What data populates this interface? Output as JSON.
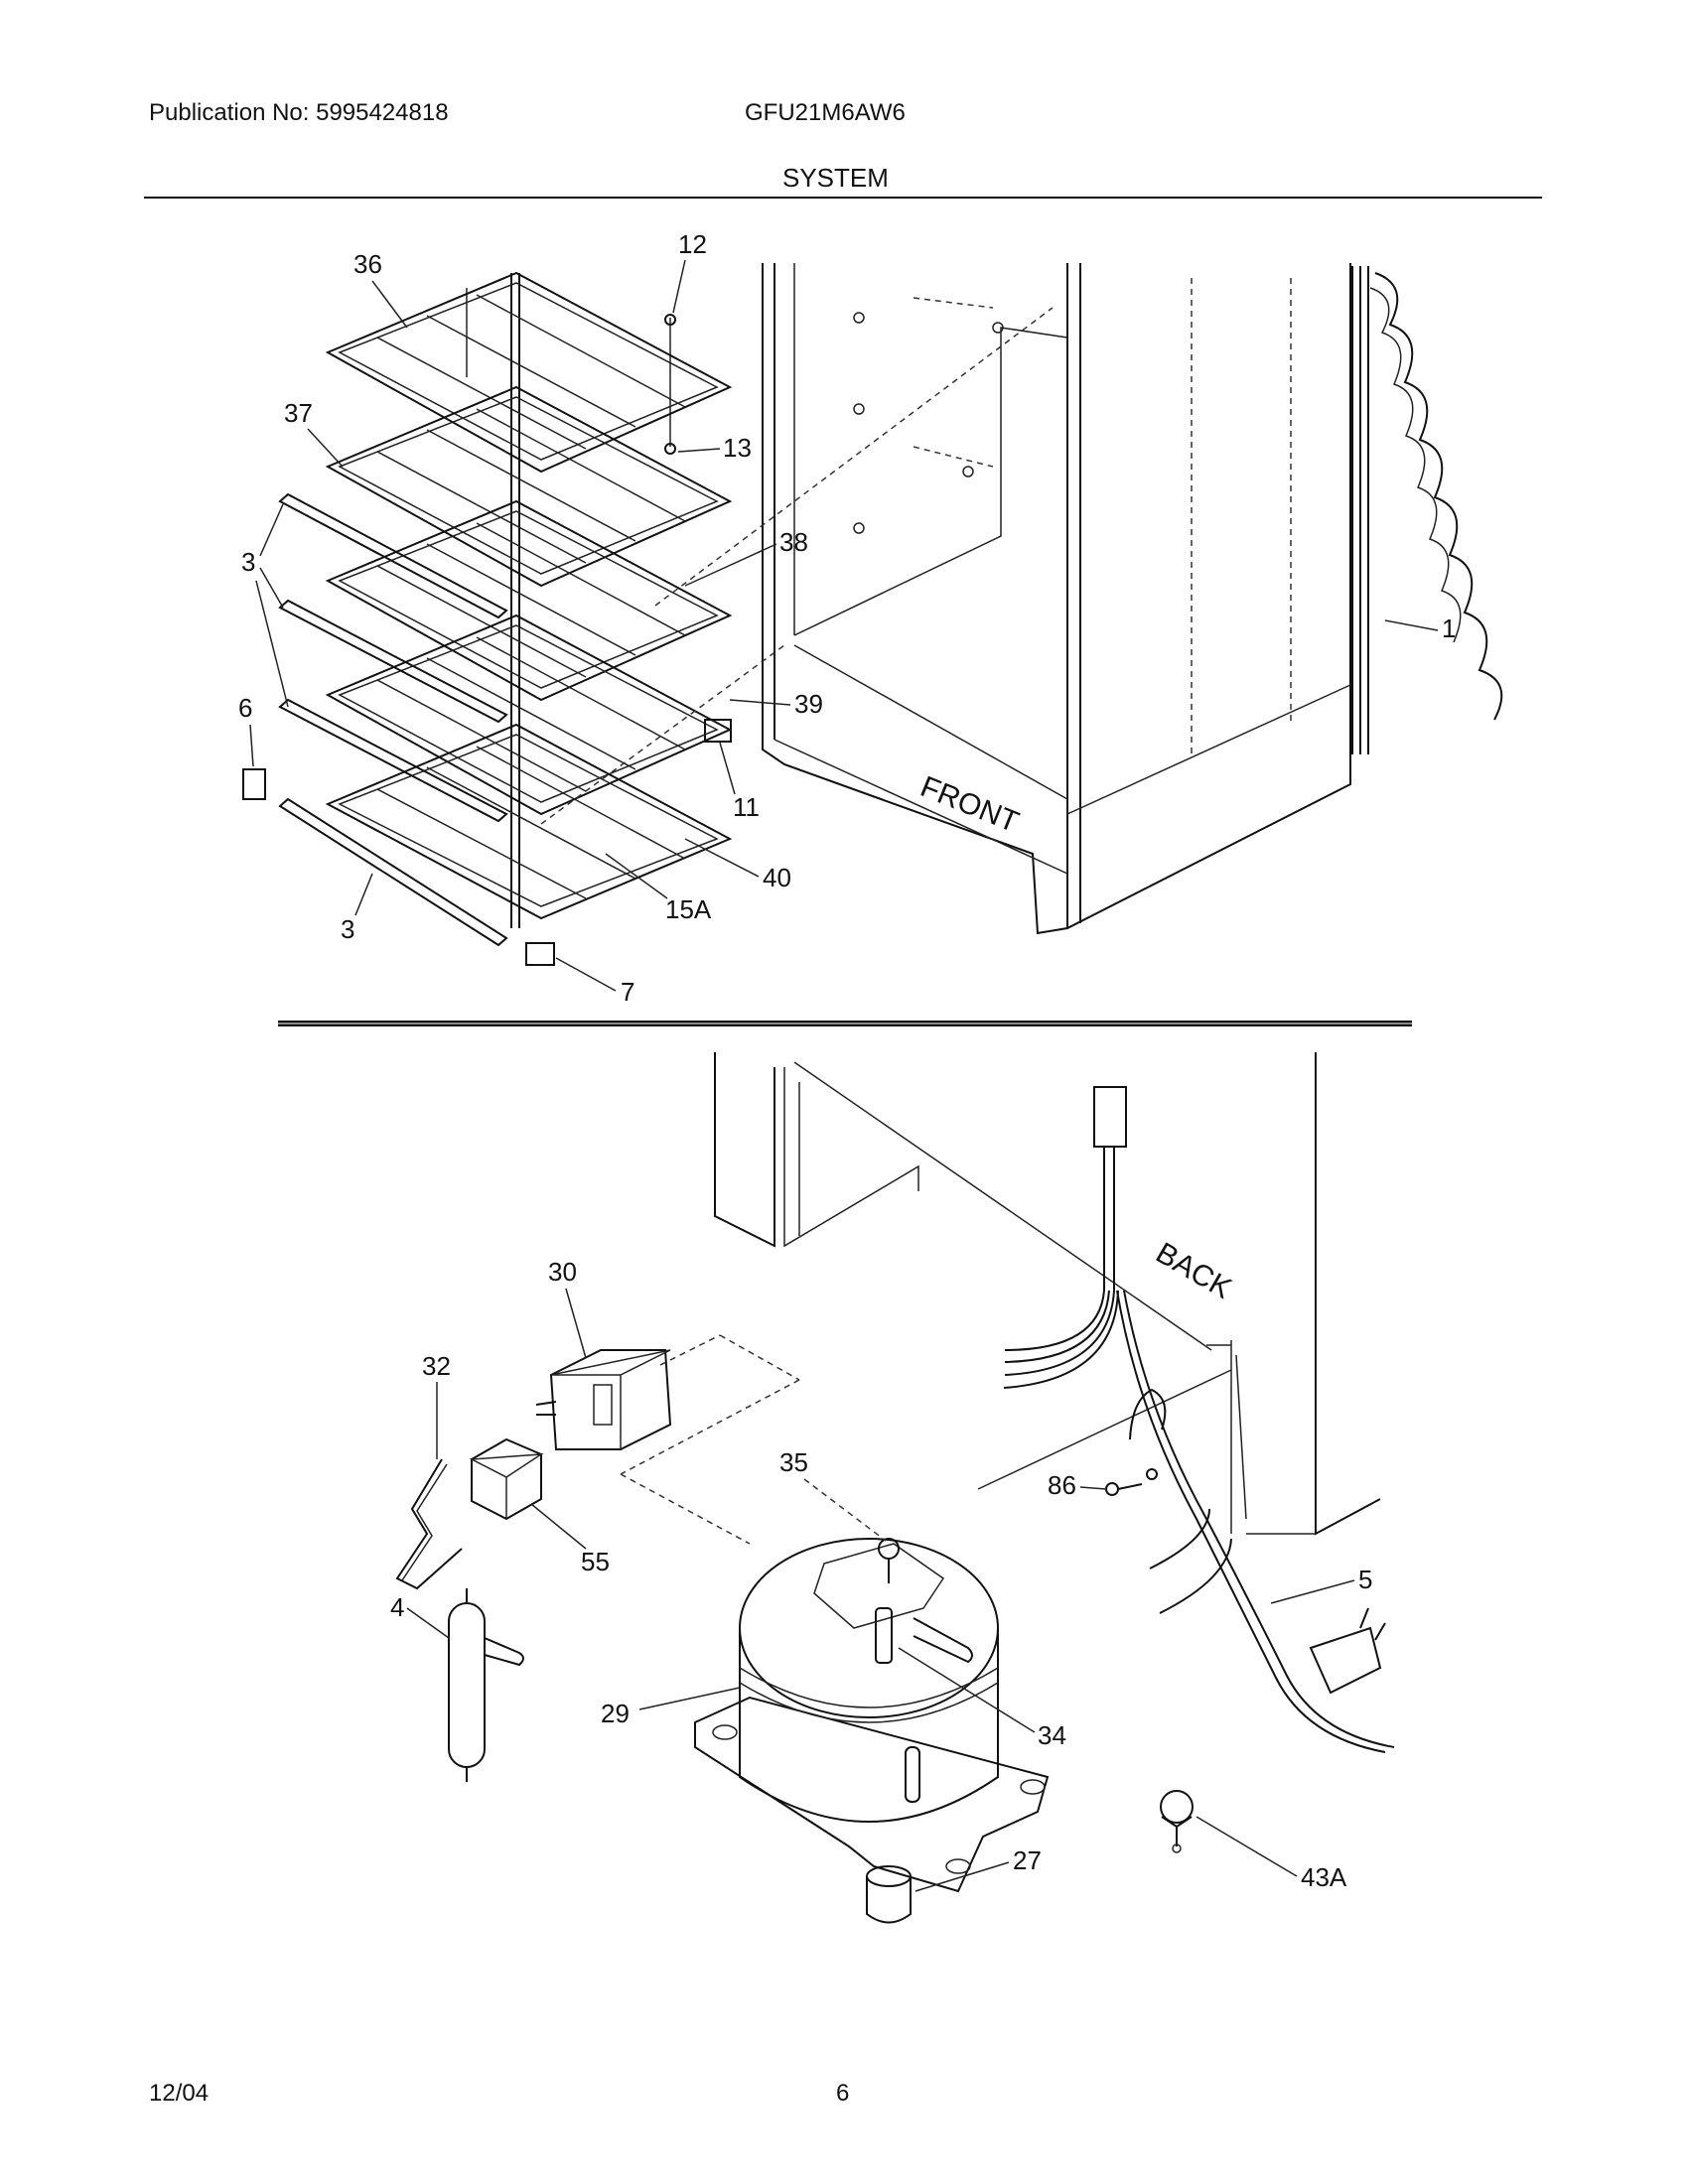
{
  "header": {
    "publication": "Publication No: 5995424818",
    "model": "GFU21M6AW6",
    "section_title": "SYSTEM"
  },
  "footer": {
    "date": "12/04",
    "page_number": "6"
  },
  "upper_diagram": {
    "labels": {
      "front": "FRONT"
    },
    "callouts": [
      "36",
      "12",
      "37",
      "13",
      "38",
      "3",
      "1",
      "6",
      "39",
      "11",
      "40",
      "15A",
      "3",
      "7"
    ]
  },
  "lower_diagram": {
    "labels": {
      "back": "BACK"
    },
    "callouts": [
      "30",
      "32",
      "35",
      "86",
      "55",
      "4",
      "5",
      "29",
      "34",
      "27",
      "43A"
    ]
  }
}
